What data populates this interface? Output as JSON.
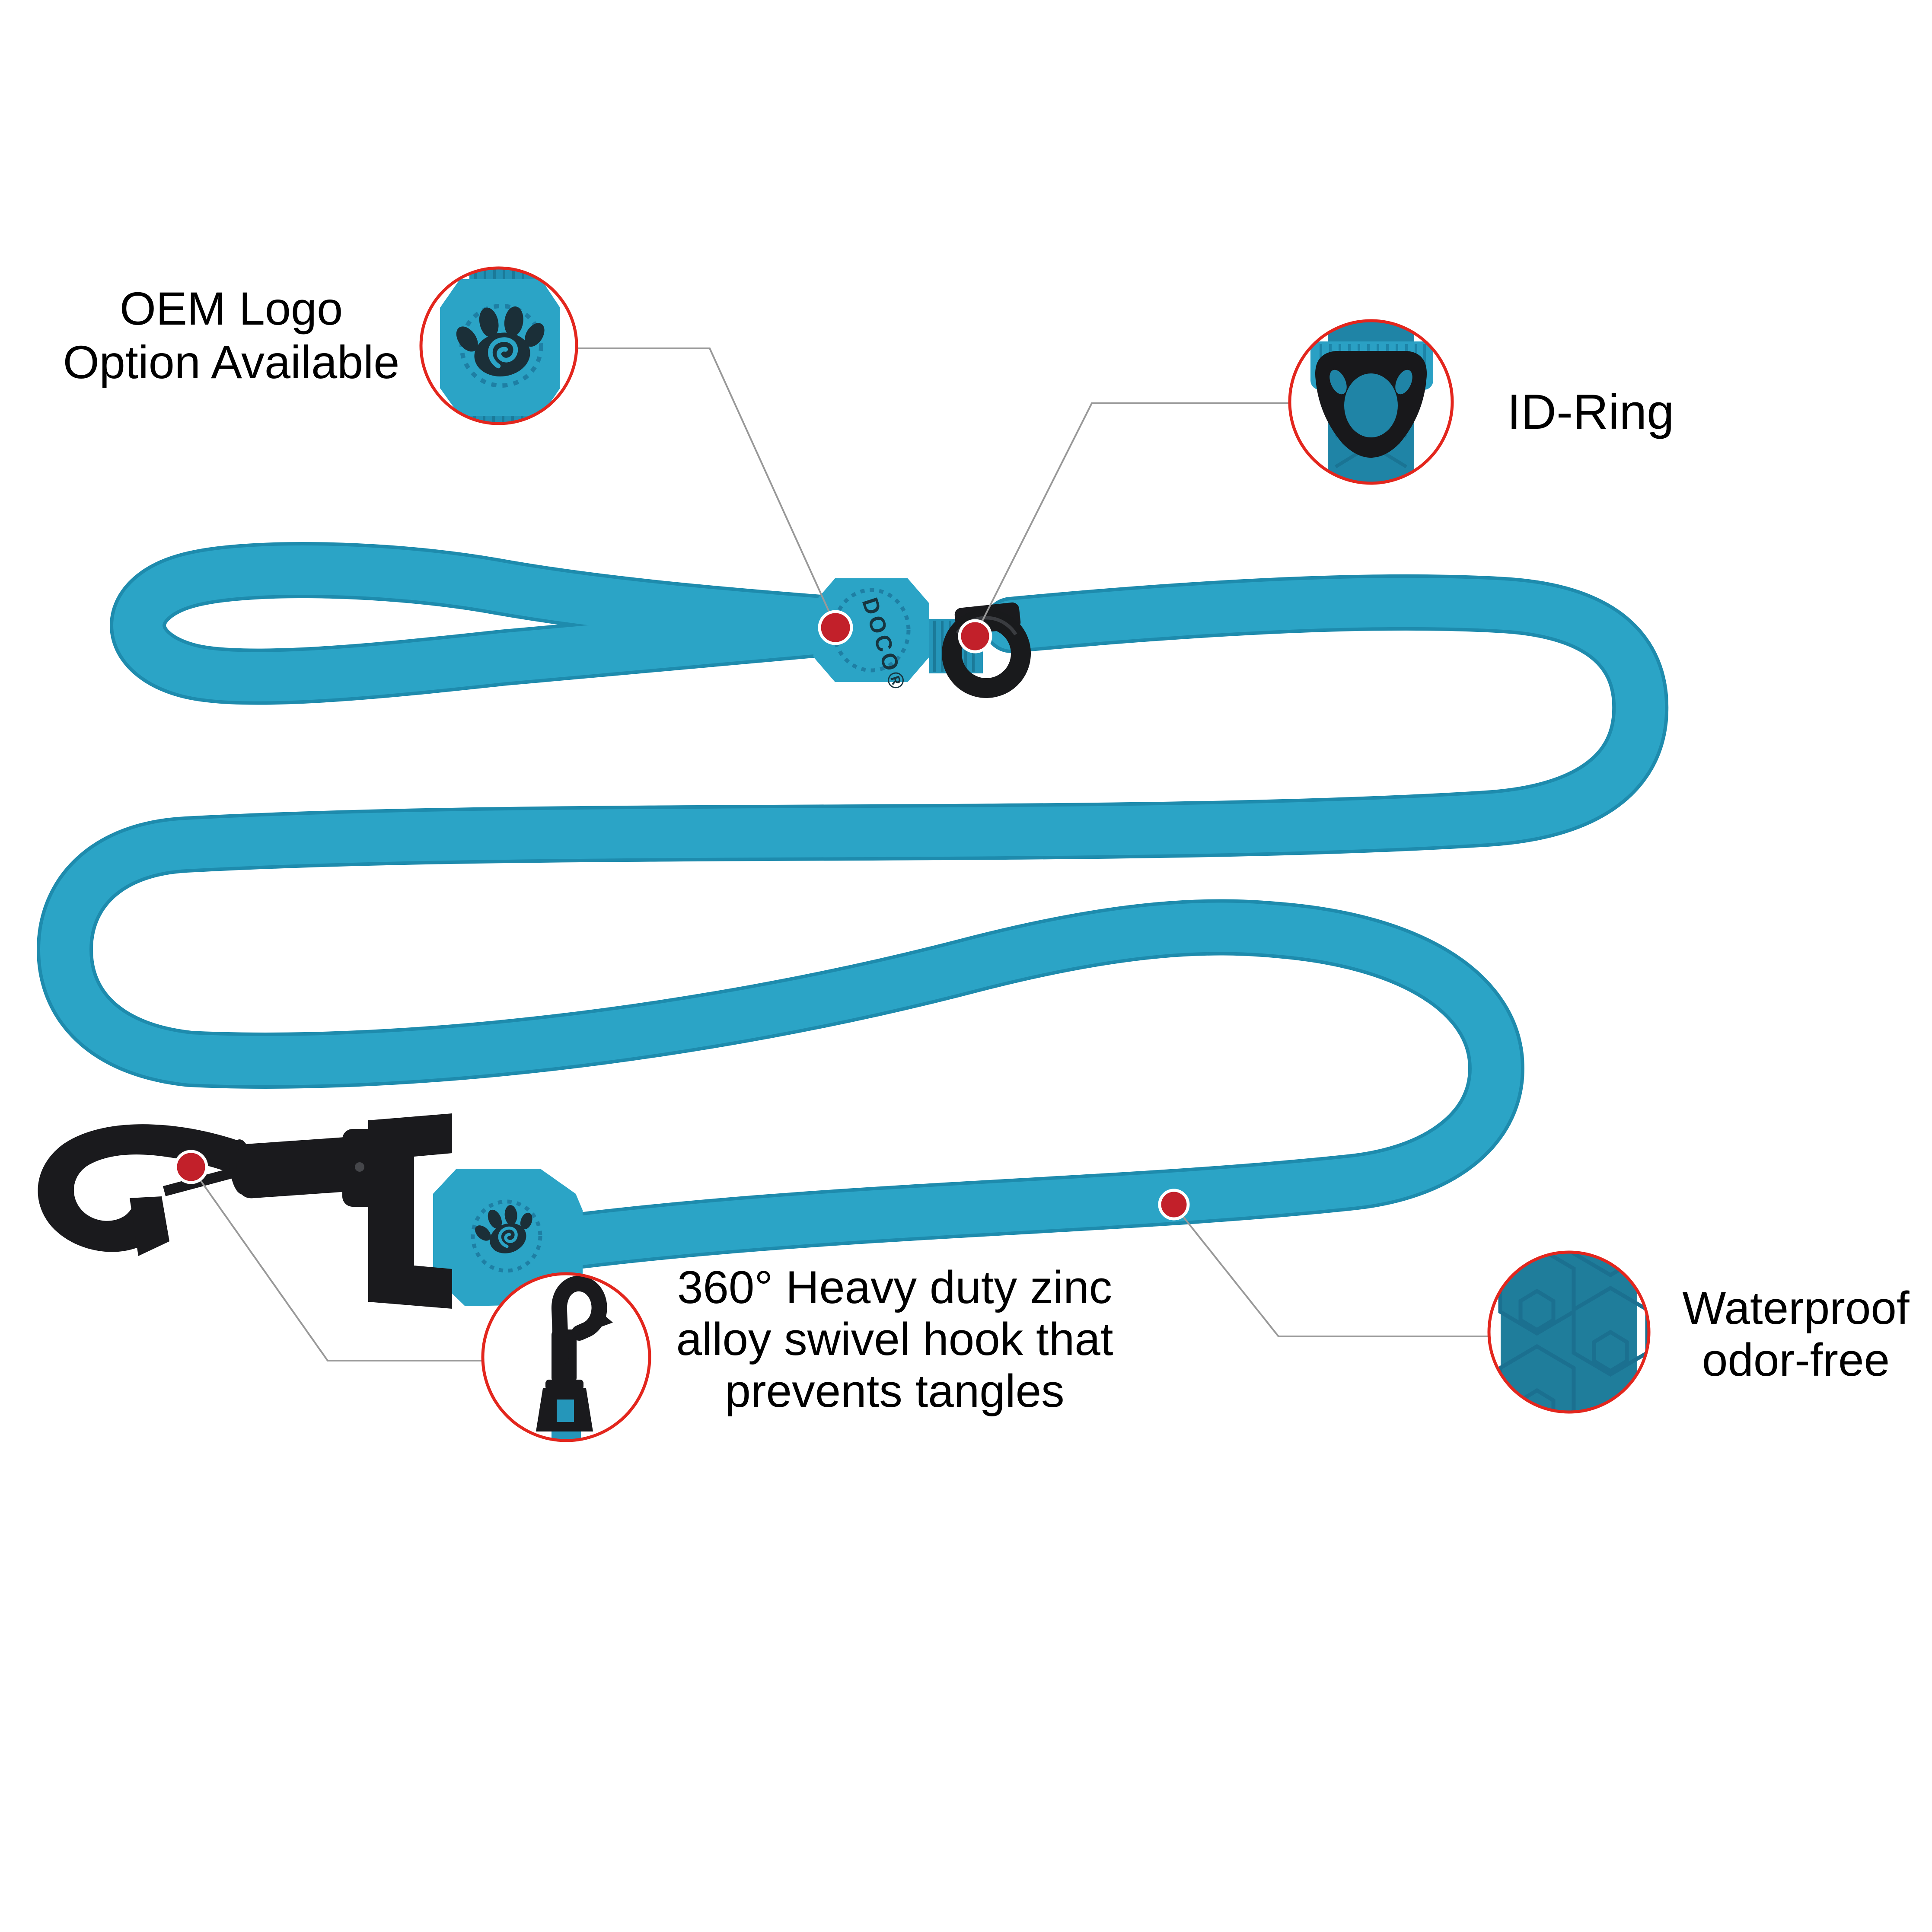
{
  "figure": {
    "type": "annotated product diagram",
    "product": "waterproof dog leash",
    "leash_color_name": "teal blue"
  },
  "brand": {
    "tag_text": "DOCO®"
  },
  "colors": {
    "background": "#FFFFFF",
    "leash": "#2BA4C6",
    "leash_edge": "#1E8BAD",
    "webbing": "#2596BA",
    "swatch": "#1F7D9B",
    "swatch_pattern": "#1B7090",
    "hardware_black": "#1A1A1D",
    "emboss_ring": "#1D7BA0",
    "callout_ring_red": "#E3261D",
    "marker_red": "#C2202A",
    "connector_gray": "#999999",
    "text": "#000000"
  },
  "callouts": [
    {
      "id": "oem-logo",
      "label_line1": "OEM Logo",
      "label_line2": "Option Available",
      "icon": "paw-logo-tag"
    },
    {
      "id": "id-ring",
      "label": "ID-Ring",
      "icon": "d-ring"
    },
    {
      "id": "swivel-hook",
      "label_line1": "360° Heavy duty zinc",
      "label_line2": "alloy swivel hook that",
      "label_line3": "prevents tangles",
      "icon": "snap-hook"
    },
    {
      "id": "waterproof",
      "label_line1": "Waterproof",
      "label_line2": "odor-free",
      "icon": "textured-strap-swatch"
    }
  ]
}
